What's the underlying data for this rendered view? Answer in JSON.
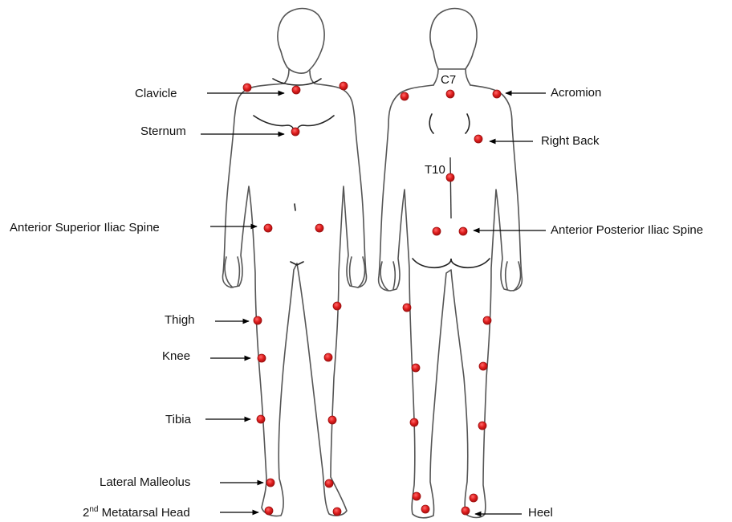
{
  "labels": {
    "clavicle": "Clavicle",
    "sternum": "Sternum",
    "asis": "Anterior Superior Iliac Spine",
    "thigh": "Thigh",
    "knee": "Knee",
    "tibia": "Tibia",
    "lateral_malleolus": "Lateral Malleolus",
    "metatarsal_num": "2",
    "metatarsal_sup": "nd",
    "metatarsal_rest": " Metatarsal Head",
    "c7": "C7",
    "t10": "T10",
    "acromion": "Acromion",
    "right_back": "Right Back",
    "apis": "Anterior Posterior Iliac Spine",
    "heel": "Heel"
  },
  "colors": {
    "marker": "#e01e1e",
    "outline": "#555555",
    "text": "#111111"
  }
}
